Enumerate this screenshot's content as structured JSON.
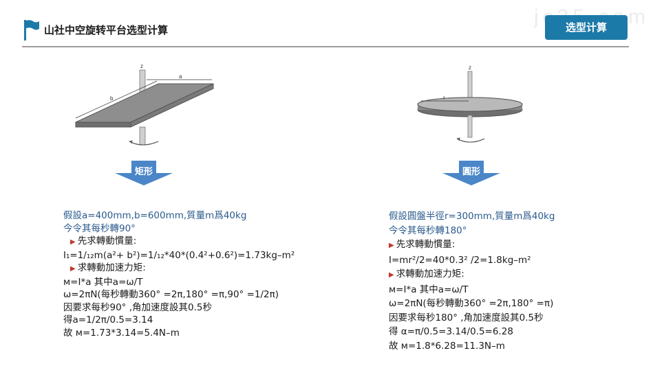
{
  "header": {
    "title": "山社中空旋转平台选型计算",
    "watermark": "jc35.com",
    "calc_button": "选型计算"
  },
  "colors": {
    "accent": "#1c7aa8",
    "arrow": "#4a86c8",
    "heading_text": "#2a5a8c",
    "bullet": "#c0392b"
  },
  "left": {
    "figure_labels": {
      "z": "z",
      "a": "a",
      "b": "b"
    },
    "arrow_label": "矩形",
    "heading1": "假設a=400mm,b=600mm,質量m爲40kg",
    "heading2": "今令其每秒轉90°",
    "bullet1": "先求轉動慣量:",
    "formula1": "I₁=1/₁₂m(a²+ b²)=1/₁₂*40*(0.4²+0.6²)=1.73kg–m²",
    "bullet2": "求轉動加速力矩:",
    "line_m": "ᴍ=I*a 其中a=ω/T",
    "line_omega": "ω=2πN(每秒轉動360° =2π,180° =π,90° =1/2π)",
    "line_because": "因要求每秒90° ,角加速度設其0.5秒",
    "line_get": "得a=1/2π/0.5=3.14",
    "line_result": "故 ᴍ=1.73*3.14=5.4N–m"
  },
  "right": {
    "figure_labels": {
      "z": "z",
      "r": "r"
    },
    "arrow_label": "圓形",
    "heading1": "假設圓盤半徑r=300mm,質量m爲40kg",
    "heading2": "今令其每秒轉180°",
    "bullet1": "先求轉動慣量:",
    "formula1": "I=mr²/2=40*0.3² /2=1.8kg–m²",
    "bullet2": "求轉動加速力矩:",
    "line_m": "ᴍ=I*a 其中a=ω/T",
    "line_omega": "ω=2πN(每秒轉動360° =2π,180° =π)",
    "line_because": "因要求每秒180° ,角加速度設其0.5秒",
    "line_get": "得 α=π/0.5=3.14/0.5=6.28",
    "line_result": "故 ᴍ=1.8*6.28=11.3N–m"
  }
}
